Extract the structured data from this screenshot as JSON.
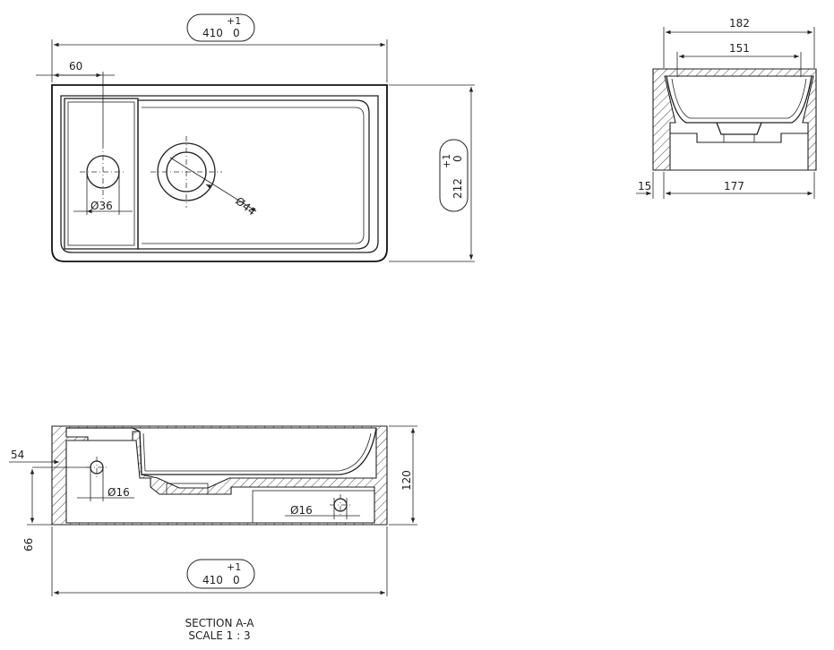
{
  "top_view": {
    "length_dim": "410",
    "length_tol_plus": "+1",
    "length_tol_minus": "0",
    "tap_offset_dim": "60",
    "width_dim": "212",
    "width_tol_plus": "+1",
    "width_tol_minus": "0",
    "tap_hole_dim": "Ø36",
    "drain_hole_dim": "Ø44"
  },
  "side_view": {
    "outer_width_dim": "182",
    "inner_width_dim": "151",
    "wall_dim": "15",
    "base_dim": "177"
  },
  "section_view": {
    "offset_dim": "54",
    "hole_left_dim": "Ø16",
    "hole_right_dim": "Ø16",
    "height_dim": "120",
    "lower_dim": "66",
    "length_dim": "410",
    "length_tol_plus": "+1",
    "length_tol_minus": "0",
    "title": "SECTION A-A",
    "scale": "SCALE 1 : 3"
  }
}
